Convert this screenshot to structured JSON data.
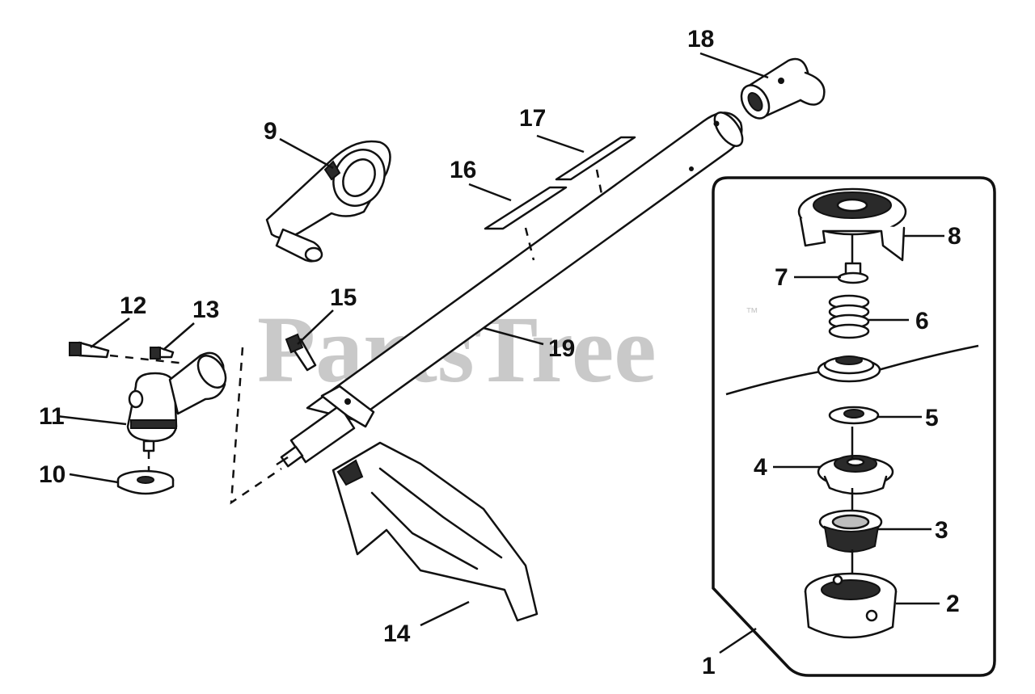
{
  "watermark": {
    "text": "PartsTree",
    "trademark": "™"
  },
  "callouts": {
    "c1": "1",
    "c2": "2",
    "c3": "3",
    "c4": "4",
    "c5": "5",
    "c6": "6",
    "c7": "7",
    "c8": "8",
    "c9": "9",
    "c10": "10",
    "c11": "11",
    "c12": "12",
    "c13": "13",
    "c14": "14",
    "c15": "15",
    "c16": "16",
    "c17": "17",
    "c18": "18",
    "c19": "19"
  }
}
